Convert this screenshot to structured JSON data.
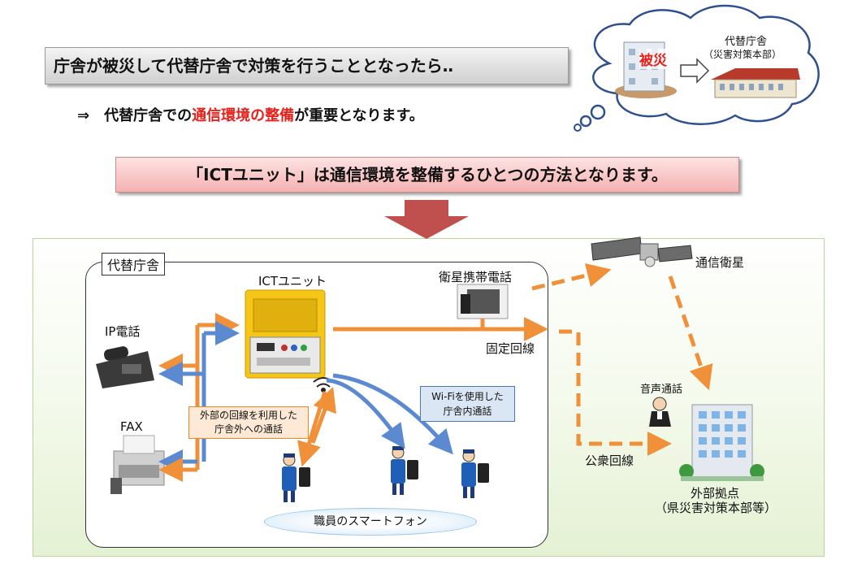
{
  "header": {
    "question": "庁舎が被災して代替庁舎で対策を行うこととなったら‥",
    "sub_prefix": "⇒　代替庁舎での",
    "sub_highlight": "通信環境の整備",
    "sub_suffix": "が重要となります。",
    "thought_hisai": "被災",
    "thought_alt_title": "代替庁舎",
    "thought_alt_sub": "（災害対策本部）",
    "banner": "「ICTユニット」は通信環境を整備するひとつの方法となります。"
  },
  "diagram": {
    "inner_title": "代替庁舎",
    "ict_unit": "ICTユニット",
    "ip_phone": "IP電話",
    "fax": "FAX",
    "sat_phone": "衛星携帯電話",
    "satellite": "通信衛星",
    "fixed_line": "固定回線",
    "public_line": "公衆回線",
    "voice_call": "音声通話",
    "ext_base": "外部拠点",
    "ext_base_sub": "（県災害対策本部等）",
    "note_outside_1": "外部の回線を利用した",
    "note_outside_2": "庁舎外への通話",
    "note_wifi_1": "Wi-Fiを使用した",
    "note_wifi_2": "庁舎内通話",
    "smartphone_label": "職員のスマートフォン"
  },
  "colors": {
    "orange": "#f0913a",
    "blue": "#5b8ad0",
    "red_accent": "#e8201a",
    "big_arrow": "#c0504d"
  }
}
